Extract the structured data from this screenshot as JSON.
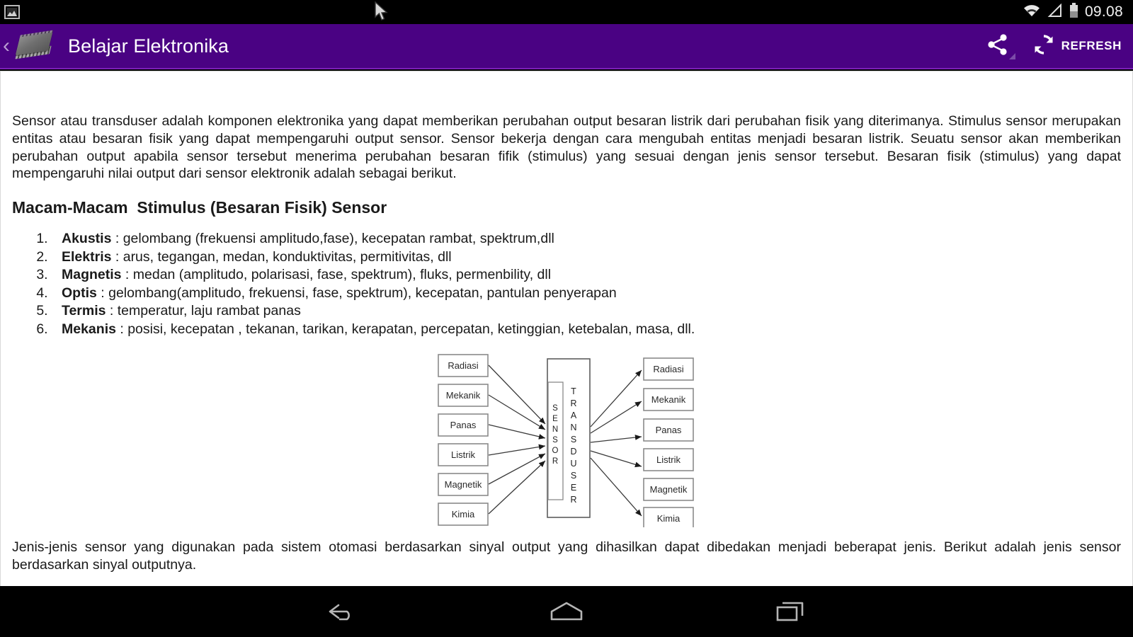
{
  "status_bar": {
    "notification_icon": "image-icon",
    "wifi_icon": "wifi-icon",
    "signal_icon": "signal-icon",
    "battery_icon": "battery-icon",
    "clock": "09.08"
  },
  "action_bar": {
    "up_caret": "‹",
    "app_icon": "ic-chip-icon",
    "title": "Belajar Elektronika",
    "share_label": "share-icon",
    "refresh_label": "REFRESH",
    "accent_color": "#4a0283",
    "accent_border": "#7b20b8"
  },
  "content": {
    "intro_paragraph": "Sensor atau transduser adalah komponen elektronika yang dapat memberikan perubahan output besaran listrik dari perubahan fisik yang diterimanya. Stimulus sensor merupakan entitas atau besaran fisik yang dapat mempengaruhi output sensor.  Sensor bekerja dengan cara mengubah entitas menjadi besaran listrik. Seuatu sensor akan memberikan perubahan output apabila sensor tersebut menerima perubahan besaran fifik (stimulus) yang sesuai dengan jenis sensor tersebut. Besaran fisik (stimulus) yang dapat mempengaruhi nilai output dari sensor elektronik adalah sebagai berikut.",
    "section_heading": "Macam-Macam  Stimulus (Besaran Fisik) Sensor",
    "stimulus_list": [
      {
        "term": "Akustis",
        "desc": " : gelombang (frekuensi amplitudo,fase), kecepatan rambat, spektrum,dll"
      },
      {
        "term": "Elektris",
        "desc": " : arus, tegangan, medan, konduktivitas, permitivitas, dll"
      },
      {
        "term": "Magnetis",
        "desc": " : medan (amplitudo, polarisasi, fase, spektrum), fluks, permenbility, dll"
      },
      {
        "term": "Optis",
        "desc": " : gelombang(amplitudo, frekuensi, fase, spektrum), kecepatan, pantulan penyerapan"
      },
      {
        "term": "Termis",
        "desc": " : temperatur, laju rambat panas"
      },
      {
        "term": "Mekanis",
        "desc": " : posisi, kecepatan , tekanan, tarikan, kerapatan, percepatan, ketinggian, ketebalan, masa, dll."
      }
    ],
    "closing_paragraph": "Jenis-jenis sensor yang digunakan pada sistem otomasi berdasarkan sinyal output yang dihasilkan dapat dibedakan menjadi beberapat jenis. Berikut adalah jenis sensor berdasarkan sinyal outputnya."
  },
  "diagram": {
    "inputs": [
      "Radiasi",
      "Mekanik",
      "Panas",
      "Listrik",
      "Magnetik",
      "Kimia"
    ],
    "outputs": [
      "Radiasi",
      "Mekanik",
      "Panas",
      "Listrik",
      "Magnetik",
      "Kimia"
    ],
    "inner_box_label": "SENSOR",
    "outer_box_label": "TRANSDUSER"
  },
  "nav_bar": {
    "back": "back-icon",
    "home": "home-icon",
    "recents": "recents-icon"
  }
}
